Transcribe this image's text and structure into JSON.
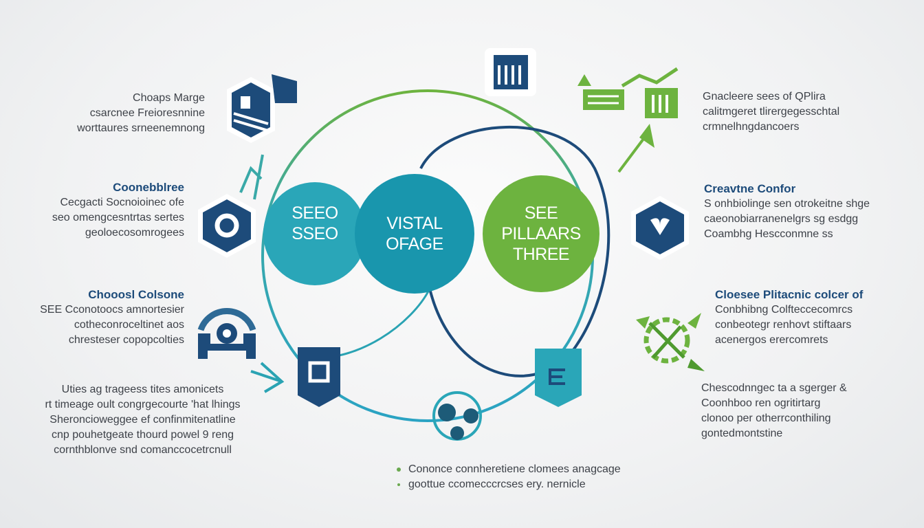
{
  "circles": {
    "left": [
      "SEEO",
      "SSEO"
    ],
    "middle": [
      "VISTAL",
      "OFAGE"
    ],
    "right": [
      "SEE",
      "PILLAARS",
      "THREE"
    ]
  },
  "left_blocks": [
    {
      "title": "Choaps Marge",
      "lines": [
        "csarcnee Freioresnnine",
        "worttaures srneenemnong"
      ]
    },
    {
      "title": "Coonebblree",
      "lines": [
        "Cecgacti Socnoioinec ofe",
        "seo omengcesntrtas sertes",
        "geoloecosomrogees"
      ]
    },
    {
      "title": "Chooosl Colsone",
      "lines": [
        "SEE Cconotoocs amnortesier",
        "cotheconroceltinet aos",
        "chresteser copopcolties"
      ]
    },
    {
      "title": "",
      "lines": [
        "Uties ag trageess tites amonicets",
        "rt timeage oult congrgecourte 'hat lhings",
        "Sheroncioweggee ef confinmitenatline",
        "cnp pouhetgeate thourd powel 9 reng",
        "cornthblonve snd comanccocetrcnull"
      ]
    }
  ],
  "right_blocks": [
    {
      "title": "",
      "lines": [
        "Gnacleere sees of QPlira",
        "calitmgeret tlirergegesschtal",
        "crmnelhngdancoers"
      ]
    },
    {
      "title": "Creavtne Confor",
      "lines": [
        "S onhbiolinge sen otrokeitne shge",
        "caeonobiarranenelgrs sg esdgg",
        "Coambhg Hescconmne ss"
      ]
    },
    {
      "title": "Cloesee Plitacnic colcer of",
      "lines": [
        "Conbhibng Colfteccecomrcs",
        "conbeotegr renhovt stiftaars",
        "acenergos erercomrets"
      ]
    },
    {
      "title": "",
      "lines": [
        "Chescodnngec ta a sgerger &",
        "Coonhboo ren ogritirtarg",
        "clonoo per otherrconthiling",
        "gontedmontstine"
      ]
    }
  ],
  "bottom_bullets": [
    "Cononce connheretiene clomees anagcage",
    "goottue ccomecccrcses ery. nernicle"
  ],
  "colors": {
    "navy": "#1d4b7a",
    "teal": "#2aa3b3",
    "green": "#6db33f",
    "text": "#3d4148"
  }
}
